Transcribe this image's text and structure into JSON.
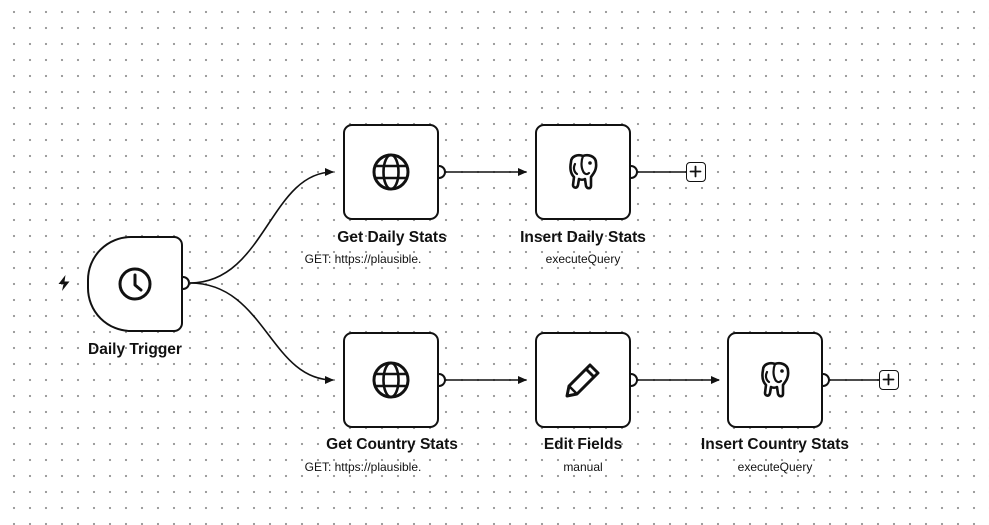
{
  "canvas": {
    "accent": "#111111",
    "background": "#ffffff",
    "grid_dot_color": "#9a9a9a"
  },
  "nodes": {
    "daily_trigger": {
      "title": "Daily Trigger",
      "subtitle": "",
      "icon": "clock-icon"
    },
    "get_daily_stats": {
      "title": "Get Daily Stats",
      "subtitle": "GET: https://plausible.",
      "icon": "globe-icon"
    },
    "insert_daily_stats": {
      "title": "Insert Daily Stats",
      "subtitle": "executeQuery",
      "icon": "postgres-elephant-icon"
    },
    "get_country_stats": {
      "title": "Get Country Stats",
      "subtitle": "GET: https://plausible.",
      "icon": "globe-icon"
    },
    "edit_fields": {
      "title": "Edit Fields",
      "subtitle": "manual",
      "icon": "pencil-icon"
    },
    "insert_country_stats": {
      "title": "Insert Country Stats",
      "subtitle": "executeQuery",
      "icon": "postgres-elephant-icon"
    }
  },
  "trigger_marker": {
    "icon": "lightning-bolt-icon"
  },
  "add_buttons": {
    "after_insert_daily_stats": {
      "icon": "plus-icon"
    },
    "after_insert_country_stats": {
      "icon": "plus-icon"
    }
  }
}
